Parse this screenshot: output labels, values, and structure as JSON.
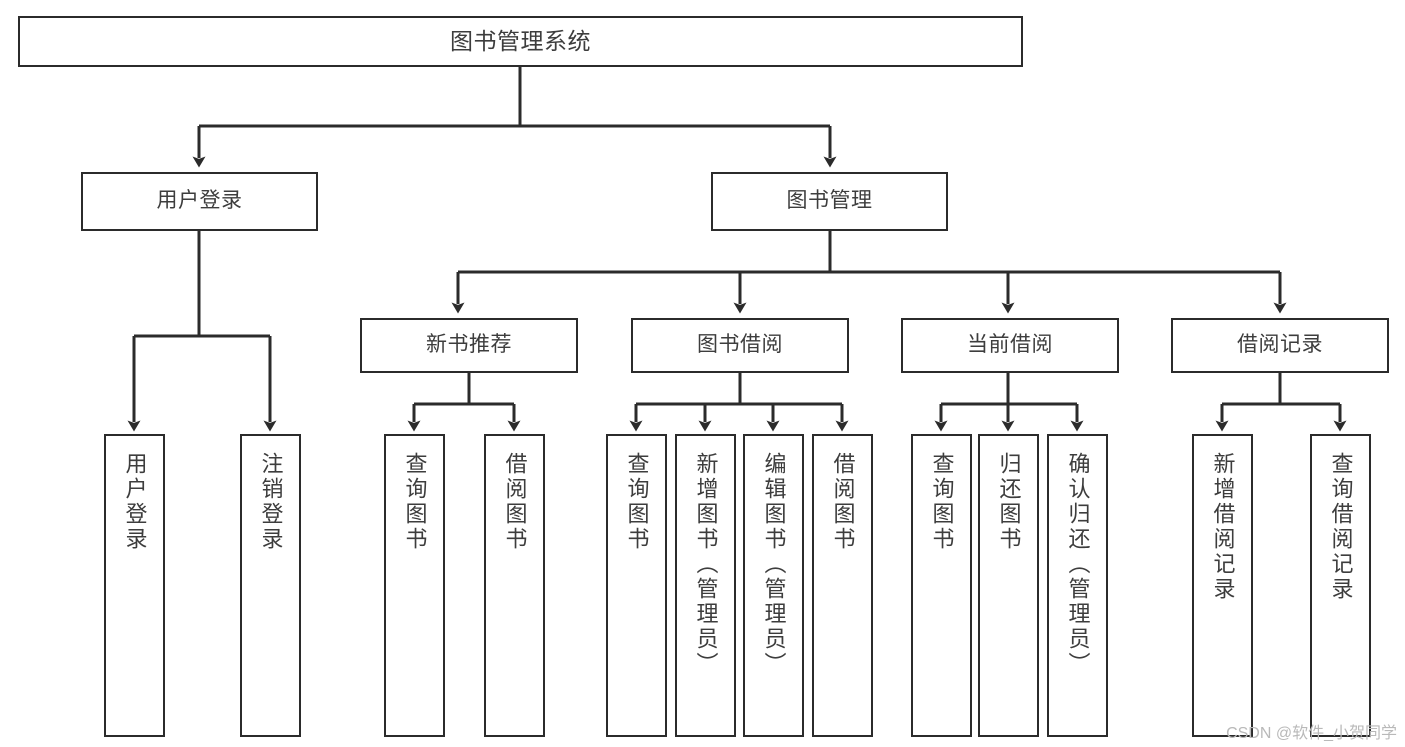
{
  "diagram": {
    "title": "图书管理系统",
    "type": "tree-hierarchy",
    "watermark": "CSDN @软件_小贺同学",
    "colors": {
      "border": "#2b2b2b",
      "text": "#3d3d3d",
      "background": "#ffffff",
      "edge": "#2b2b2b",
      "watermark": "#b9b9b9"
    },
    "nodes": {
      "root": {
        "label": "图书管理系统"
      },
      "level1": [
        {
          "label": "用户登录"
        },
        {
          "label": "图书管理"
        }
      ],
      "level2": [
        {
          "label": "新书推荐"
        },
        {
          "label": "图书借阅"
        },
        {
          "label": "当前借阅"
        },
        {
          "label": "借阅记录"
        }
      ],
      "leaves": {
        "user_login": [
          {
            "label": "用户登录"
          },
          {
            "label": "注销登录"
          }
        ],
        "new_book_recommend": [
          {
            "label": "查询图书"
          },
          {
            "label": "借阅图书"
          }
        ],
        "book_borrow": [
          {
            "label": "查询图书"
          },
          {
            "label": "新增图书（管理员）"
          },
          {
            "label": "编辑图书（管理员）"
          },
          {
            "label": "借阅图书"
          }
        ],
        "current_borrow": [
          {
            "label": "查询图书"
          },
          {
            "label": "归还图书"
          },
          {
            "label": "确认归还（管理员）"
          }
        ],
        "borrow_record": [
          {
            "label": "新增借阅记录"
          },
          {
            "label": "查询借阅记录"
          }
        ]
      }
    }
  }
}
